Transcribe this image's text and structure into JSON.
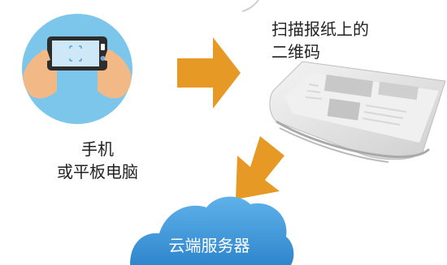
{
  "device": {
    "line1": "手机",
    "line2": "或平板电脑"
  },
  "newspaper": {
    "line1": "扫描报纸上的",
    "line2": "二维码"
  },
  "cloud": {
    "label": "云端服务器"
  },
  "colors": {
    "circle": "#7cc6ec",
    "arrow": "#e69a25",
    "cloud": "#3f97d8",
    "skin": "#f2b885",
    "phone": "#2d2d2d",
    "paper": "#e6e6e6"
  }
}
